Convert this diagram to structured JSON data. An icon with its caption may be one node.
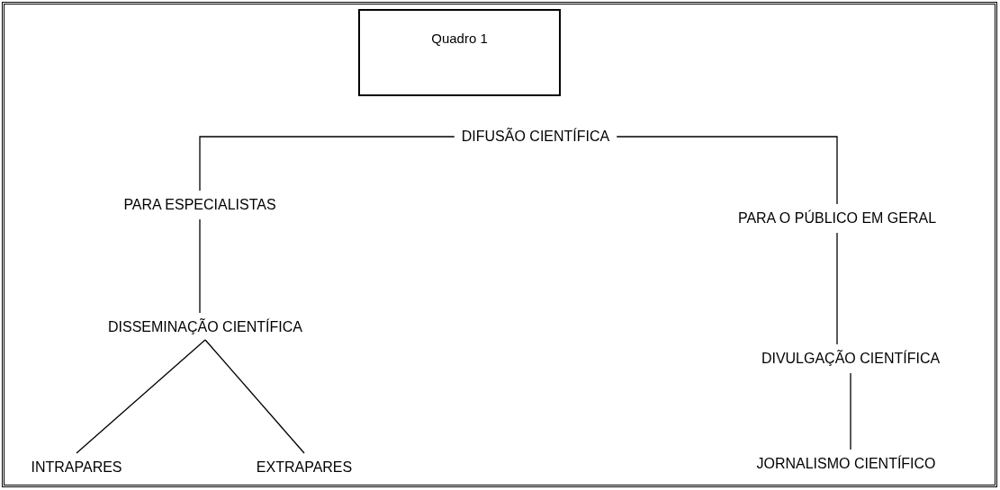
{
  "diagram": {
    "nodes": [
      {
        "text": [
          "Quadro 1"
        ]
      },
      {
        "text": [
          "DIFUSÃO CIENTÍFICA"
        ]
      },
      {
        "text": [
          "PARA ESPECIALISTAS"
        ]
      },
      {
        "text": [
          "PARA O PÚBLICO EM GERAL"
        ]
      },
      {
        "text": [
          "DISSEMINAÇÃO CIENTÍFICA"
        ]
      },
      {
        "text": [
          "DIVULGAÇÃO CIENTÍFICA"
        ]
      },
      {
        "text": [
          "INTRAPARES"
        ]
      },
      {
        "text": [
          "EXTRAPARES"
        ]
      },
      {
        "text": [
          "JORNALISMO CIENTÍFICO"
        ]
      }
    ],
    "edges": [
      {
        "from": 1,
        "to": 2,
        "arrow": "none"
      },
      {
        "from": 1,
        "to": 3,
        "arrow": "none"
      },
      {
        "from": 2,
        "to": 4,
        "arrow": "none"
      },
      {
        "from": 4,
        "to": 6,
        "arrow": "none"
      },
      {
        "from": 4,
        "to": 7,
        "arrow": "none"
      },
      {
        "from": 3,
        "to": 5,
        "arrow": "none"
      },
      {
        "from": 5,
        "to": 8,
        "arrow": "none"
      }
    ]
  }
}
